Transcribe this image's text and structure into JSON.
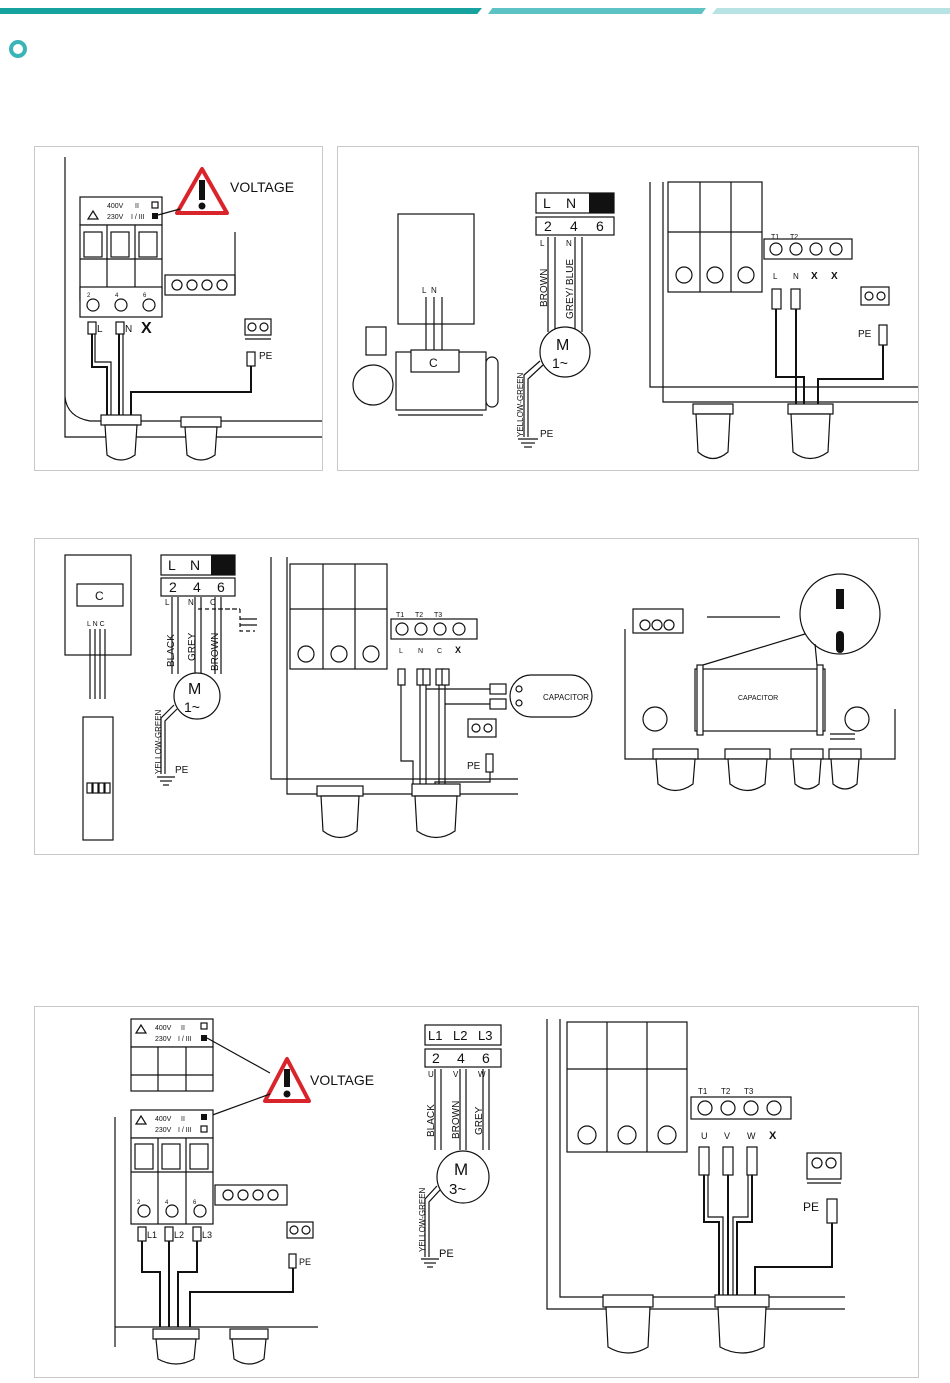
{
  "colors": {
    "accent_dark": "#16a3a0",
    "accent_mid": "#5cc2c4",
    "accent_light": "#b7e3e4",
    "warning_red": "#d9242b"
  },
  "labels": {
    "voltage": "VOLTAGE",
    "v400": "400V",
    "v230": "230V",
    "mark_ii": "II",
    "mark_i_iii": "I / III",
    "L": "L",
    "N": "N",
    "PE": "PE",
    "C": "C",
    "x": "X",
    "t1": "T1",
    "t2": "T2",
    "t3": "T3",
    "t_2": "2",
    "t_4": "4",
    "t_6": "6",
    "L1": "L1",
    "L2": "L2",
    "L3": "L3",
    "U": "U",
    "V": "V",
    "W": "W",
    "M": "M",
    "one_phase": "1~",
    "three_phase": "3~",
    "brown": "BROWN",
    "grey_blue": "GREY/ BLUE",
    "grey": "GREY",
    "black": "BLACK",
    "yellow_green": "YELLOW-GREEN",
    "capacitor": "CAPACITOR",
    "lnc": "L N C"
  }
}
